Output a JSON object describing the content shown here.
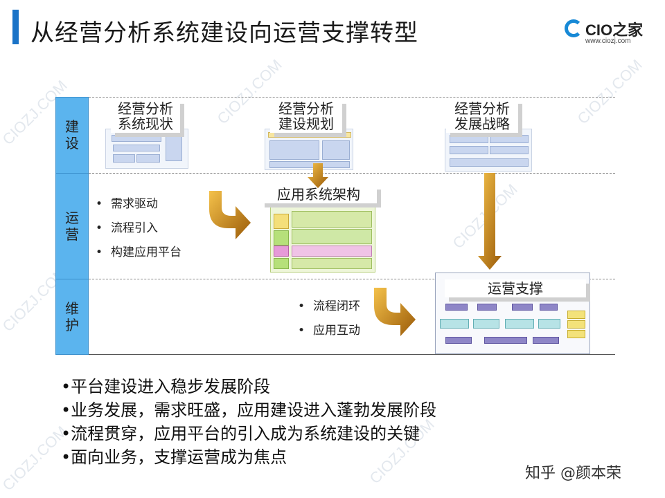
{
  "title": "从经营分析系统建设向运营支撑转型",
  "logo": {
    "name": "CIO之家",
    "url": "www.ciozj.com"
  },
  "rows": [
    {
      "label": "建\n设"
    },
    {
      "label": "运\n营"
    },
    {
      "label": "维\n护"
    }
  ],
  "cards": {
    "current": "经营分析\n系统现状",
    "planning": "经营分析\n建设规划",
    "strategy": "经营分析\n发展战略",
    "architecture": "应用系统架构",
    "support": "运营支撑"
  },
  "ops_bullets": [
    "需求驱动",
    "流程引入",
    "构建应用平台"
  ],
  "maint_bullets": [
    "流程闭环",
    "应用互动"
  ],
  "summary_bullets": [
    "平台建设进入稳步发展阶段",
    "业务发展，需求旺盛，应用建设进入蓬勃发展阶段",
    "流程贯穿，应用平台的引入成为系统建设的关键",
    "面向业务，支撑运营成为焦点"
  ],
  "watermark_text": "CIOZJ.COM",
  "credit": "知乎 @颜本荣",
  "colors": {
    "accent": "#1a73c7",
    "side_fill": "#5bb4ee",
    "arrow": "#e0971c"
  }
}
